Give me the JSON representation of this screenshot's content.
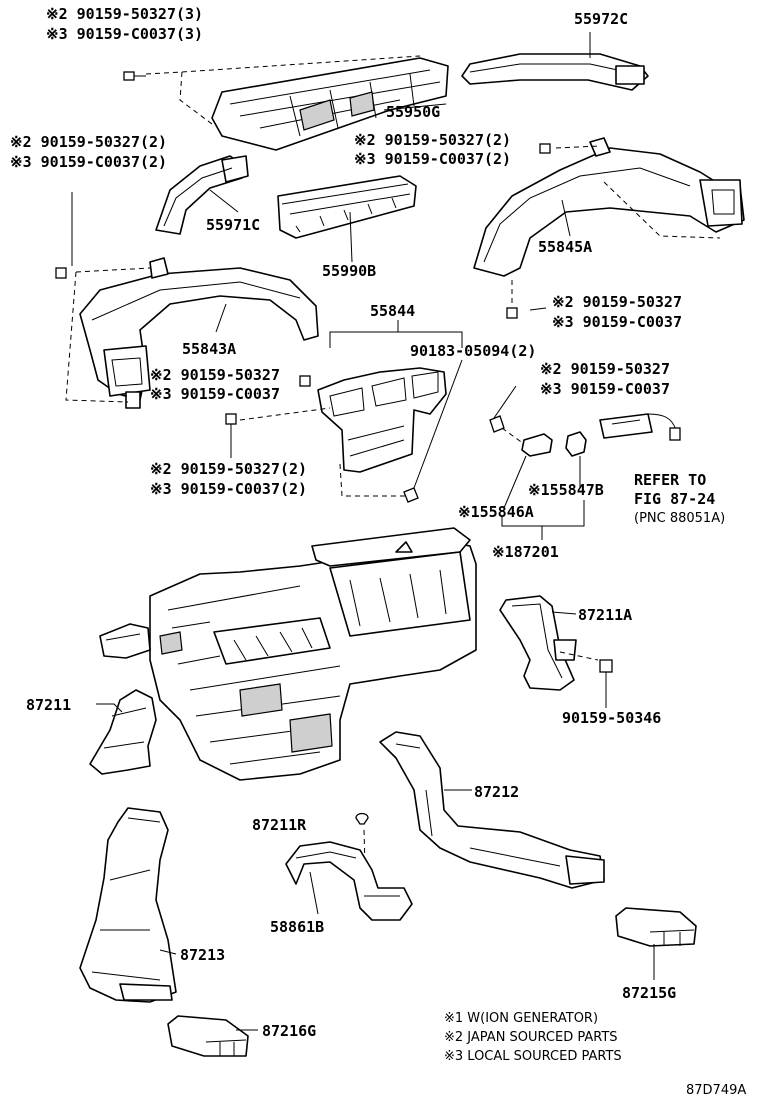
{
  "labels": {
    "l_55972C": "55972C",
    "l_55950G": "55950G",
    "l_55971C": "55971C",
    "l_55990B": "55990B",
    "l_55845A": "55845A",
    "l_55843A": "55843A",
    "l_55844": "55844",
    "l_90183": "90183-05094(2)",
    "l_55846A": "※155846A",
    "l_55847B": "※155847B",
    "l_87201": "※187201",
    "l_refer1": "REFER TO",
    "l_refer2": "FIG 87-24",
    "l_refer3": "(PNC 88051A)",
    "l_87211A": "87211A",
    "l_90159_50346": "90159-50346",
    "l_87211": "87211",
    "l_87212": "87212",
    "l_87211R": "87211R",
    "l_58861B": "58861B",
    "l_87213": "87213",
    "l_87215G": "87215G",
    "l_87216G": "87216G",
    "l_diagram_id": "87D749A"
  },
  "bolts": {
    "b1a": "※2 90159-50327(3)",
    "b1b": "※3 90159-C0037(3)",
    "b2a": "※2 90159-50327(2)",
    "b2b": "※3 90159-C0037(2)",
    "b3a": "※2 90159-50327(2)",
    "b3b": "※3 90159-C0037(2)",
    "b4a": "※2 90159-50327",
    "b4b": "※3 90159-C0037",
    "b5a": "※2 90159-50327",
    "b5b": "※3 90159-C0037",
    "b6a": "※2 90159-50327",
    "b6b": "※3 90159-C0037",
    "b7a": "※2 90159-50327(2)",
    "b7b": "※3 90159-C0037(2)"
  },
  "legend": {
    "n1": "※1 W(ION GENERATOR)",
    "n2": "※2 JAPAN SOURCED PARTS",
    "n3": "※3 LOCAL SOURCED PARTS"
  },
  "icons": [
    "bolt-icon",
    "clip-icon",
    "duct-part",
    "heater-unit"
  ]
}
